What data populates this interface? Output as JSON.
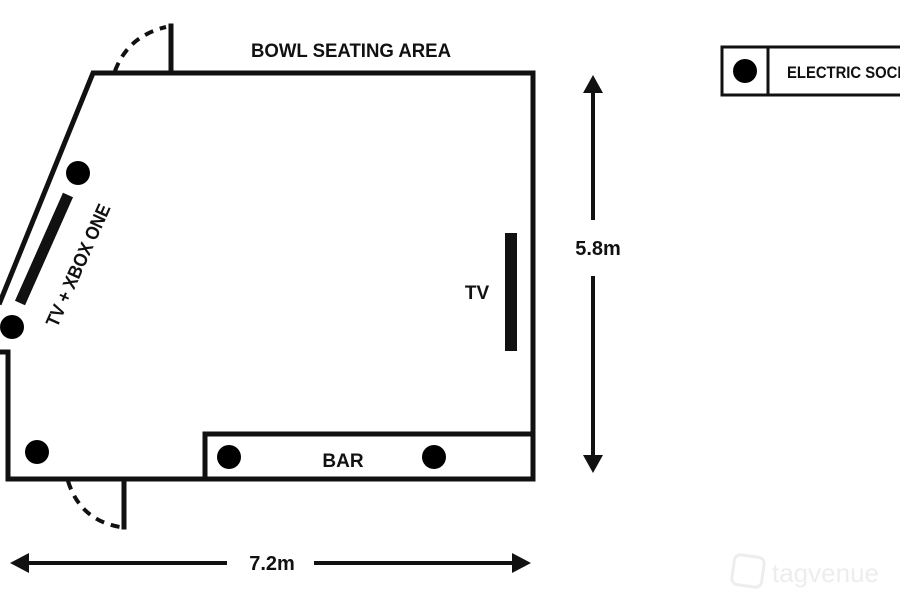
{
  "labels": {
    "seating_area": "BOWL SEATING AREA",
    "tv_xbox": "TV + XBOX ONE",
    "tv": "TV",
    "bar": "BAR",
    "height_dim": "5.8m",
    "width_dim": "7.2m"
  },
  "legend": {
    "icon": "electric-socket-icon",
    "label": "ELECTRIC SOCKET"
  },
  "watermark": "tagvenue",
  "colors": {
    "socket": "#c8643a",
    "wall": "#111111"
  }
}
